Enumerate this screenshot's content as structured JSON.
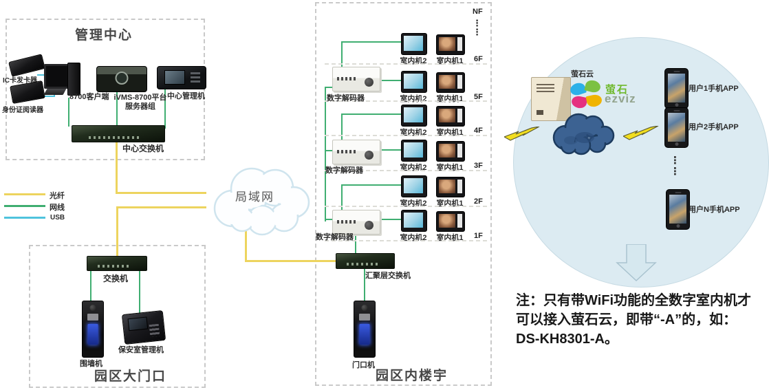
{
  "legend": {
    "items": [
      {
        "label": "光纤",
        "color": "#edd45e"
      },
      {
        "label": "网线",
        "color": "#3fae71"
      },
      {
        "label": "USB",
        "color": "#4fc3dd"
      }
    ]
  },
  "management": {
    "title": "管理中心",
    "ic_issuer": "IC卡发卡器",
    "id_reader": "身份证阅读器",
    "client": "8700客户端",
    "server_line1": "iVMS-8700平台",
    "server_line2": "服务器组",
    "mgmt_station": "中心管理机",
    "switch": "中心交换机"
  },
  "lan": {
    "label": "局域网"
  },
  "gate": {
    "title": "园区大门口",
    "switch": "交换机",
    "wall_station": "围墙机",
    "security_station": "保安室管理机"
  },
  "building": {
    "title": "园区内楼宇",
    "top_floor": "NF",
    "decoder_label": "数字解码器",
    "agg_switch": "汇聚层交换机",
    "door_station": "门口机",
    "floors": [
      {
        "label": "6F",
        "unit2": "室内机2",
        "unit1": "室内机1"
      },
      {
        "label": "5F",
        "unit2": "室内机2",
        "unit1": "室内机1"
      },
      {
        "label": "4F",
        "unit2": "室内机2",
        "unit1": "室内机1"
      },
      {
        "label": "3F",
        "unit2": "室内机2",
        "unit1": "室内机1"
      },
      {
        "label": "2F",
        "unit2": "室内机2",
        "unit1": "室内机1"
      },
      {
        "label": "1F",
        "unit2": "室内机2",
        "unit1": "室内机1"
      }
    ]
  },
  "cloud_zone": {
    "cloud_label": "萤石云",
    "logo_cn": "萤石",
    "logo_en": "ezviz",
    "phones": [
      {
        "label": "用户1手机APP"
      },
      {
        "label": "用户2手机APP"
      },
      {
        "label": "用户N手机APP"
      }
    ]
  },
  "note": {
    "lines": [
      "注：只有带WiFi功能的全数字室内机才",
      "可以接入萤石云，即带“-A”的，如：",
      "DS-KH8301-A。"
    ]
  },
  "misc": {
    "vdots": "⋮"
  }
}
